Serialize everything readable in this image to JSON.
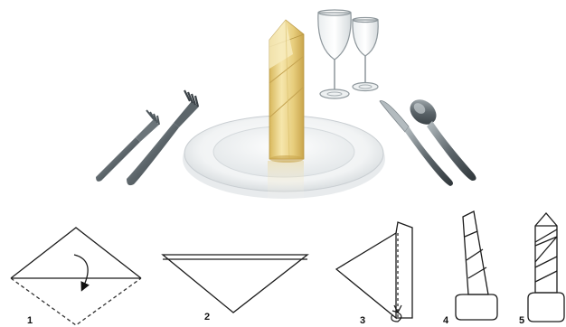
{
  "illustration": {
    "items": [
      "fork-small",
      "fork-large",
      "plate",
      "folded-napkin",
      "wine-glass-left",
      "wine-glass-right",
      "knife",
      "spoon"
    ],
    "colors": {
      "napkin_light": "#f3e2a6",
      "napkin_mid": "#e5c874",
      "napkin_dark": "#c9a54c",
      "plate_rim": "#f4f6f7",
      "plate_shadow": "#c9ced2",
      "cutlery_dark": "#3a4146",
      "cutlery_light": "#9aa3a8",
      "glass_edge": "#8d969b"
    }
  },
  "steps": [
    {
      "number": "1",
      "label": "fold-diagonal"
    },
    {
      "number": "2",
      "label": "triangle"
    },
    {
      "number": "3",
      "label": "fold-corner"
    },
    {
      "number": "4",
      "label": "roll"
    },
    {
      "number": "5",
      "label": "finished-cone"
    }
  ],
  "diagram_colors": {
    "line": "#1b1b1b",
    "dashed": "#333333"
  }
}
